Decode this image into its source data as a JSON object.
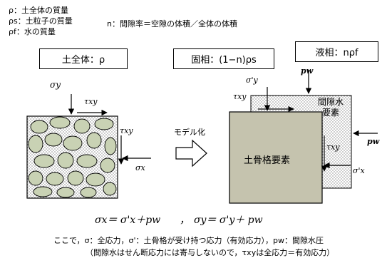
{
  "legend": {
    "rho": "ρ：土全体の質量",
    "rho_s": "ρs：土粒子の質量",
    "rho_f": "ρf：水の質量",
    "porosity": "n：間隙率＝空隙の体積／全体の体積"
  },
  "boxes": {
    "soil_total": "土全体：ρ",
    "solid_phase": "固相：(1−n)ρs",
    "liquid_phase": "液相：nρf"
  },
  "labels": {
    "sigma_y": "σy",
    "tau_xy_top": "τxy",
    "tau_xy_right": "τxy",
    "sigma_x": "σx",
    "model_arrow": "モデル化",
    "sigma_prime_y": "σ'y",
    "tau_xy_model_top": "τxy",
    "p_w_top": "pw",
    "pore_water_element": "間隙水\n要素",
    "soil_skeleton_element": "土骨格要素",
    "tau_xy_model_right": "τxy",
    "p_w_right": "pw",
    "sigma_prime_x": "σ'x"
  },
  "equation": {
    "eq1": "σx＝ σ'x＋pw",
    "sep": "，",
    "eq2": "σy＝ σ'y＋ pw"
  },
  "notes": {
    "line1": "ここで，σ：全応力，σ'：土骨格が受け持つ応力（有効応力），pw：間隙水圧",
    "line2": "（間隙水はせん断応力には寄与しないので，τxyは全応力＝有効応力）"
  }
}
